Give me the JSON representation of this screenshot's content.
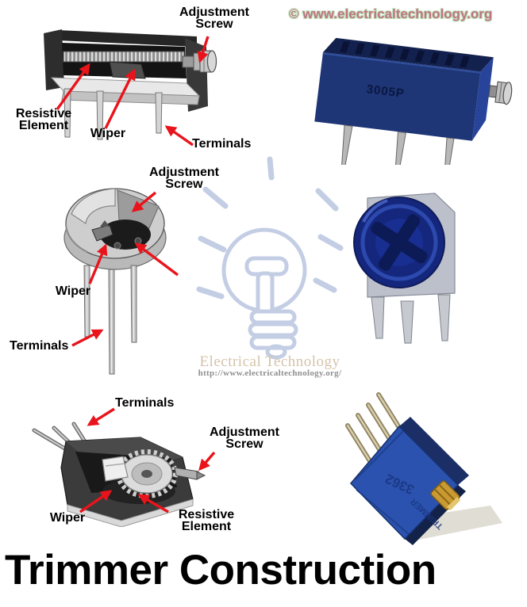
{
  "page": {
    "title": "Trimmer Construction"
  },
  "header": {
    "watermark": "© www.electricaltechnology.org"
  },
  "brand": {
    "name": "Electrical Technology",
    "url": "http://www.electricaltechnology.org/"
  },
  "diagram_top": {
    "labels": {
      "adjustment_screw": "Adjustment Screw",
      "resistive_element": "Resistive Element",
      "wiper": "Wiper",
      "terminals": "Terminals"
    }
  },
  "diagram_middle": {
    "labels": {
      "adjustment_screw": "Adjustment Screw",
      "wiper": "Wiper",
      "terminals": "Terminals"
    }
  },
  "diagram_bottom": {
    "labels": {
      "terminals": "Terminals",
      "adjustment_screw": "Adjustment Screw",
      "wiper": "Wiper",
      "resistive_element": "Resistive Element"
    }
  },
  "photo_top": {
    "marking": "3005P"
  },
  "photo_bottom": {
    "marking": "3362",
    "marking_secondary": "TRIMMER"
  },
  "colors": {
    "arrow_red": "#e9141b",
    "label_text": "#000000",
    "header_watermark_pink": "#bf7386",
    "header_watermark_glow": "#bce3b5",
    "sketch_blue": "#c3cde4",
    "brand_text": "#d5c3ab",
    "url_text": "#8f8f8f",
    "trimmer_navy": "#1e3576",
    "knob_blue": "#15277d",
    "brass": "#c99a33"
  }
}
